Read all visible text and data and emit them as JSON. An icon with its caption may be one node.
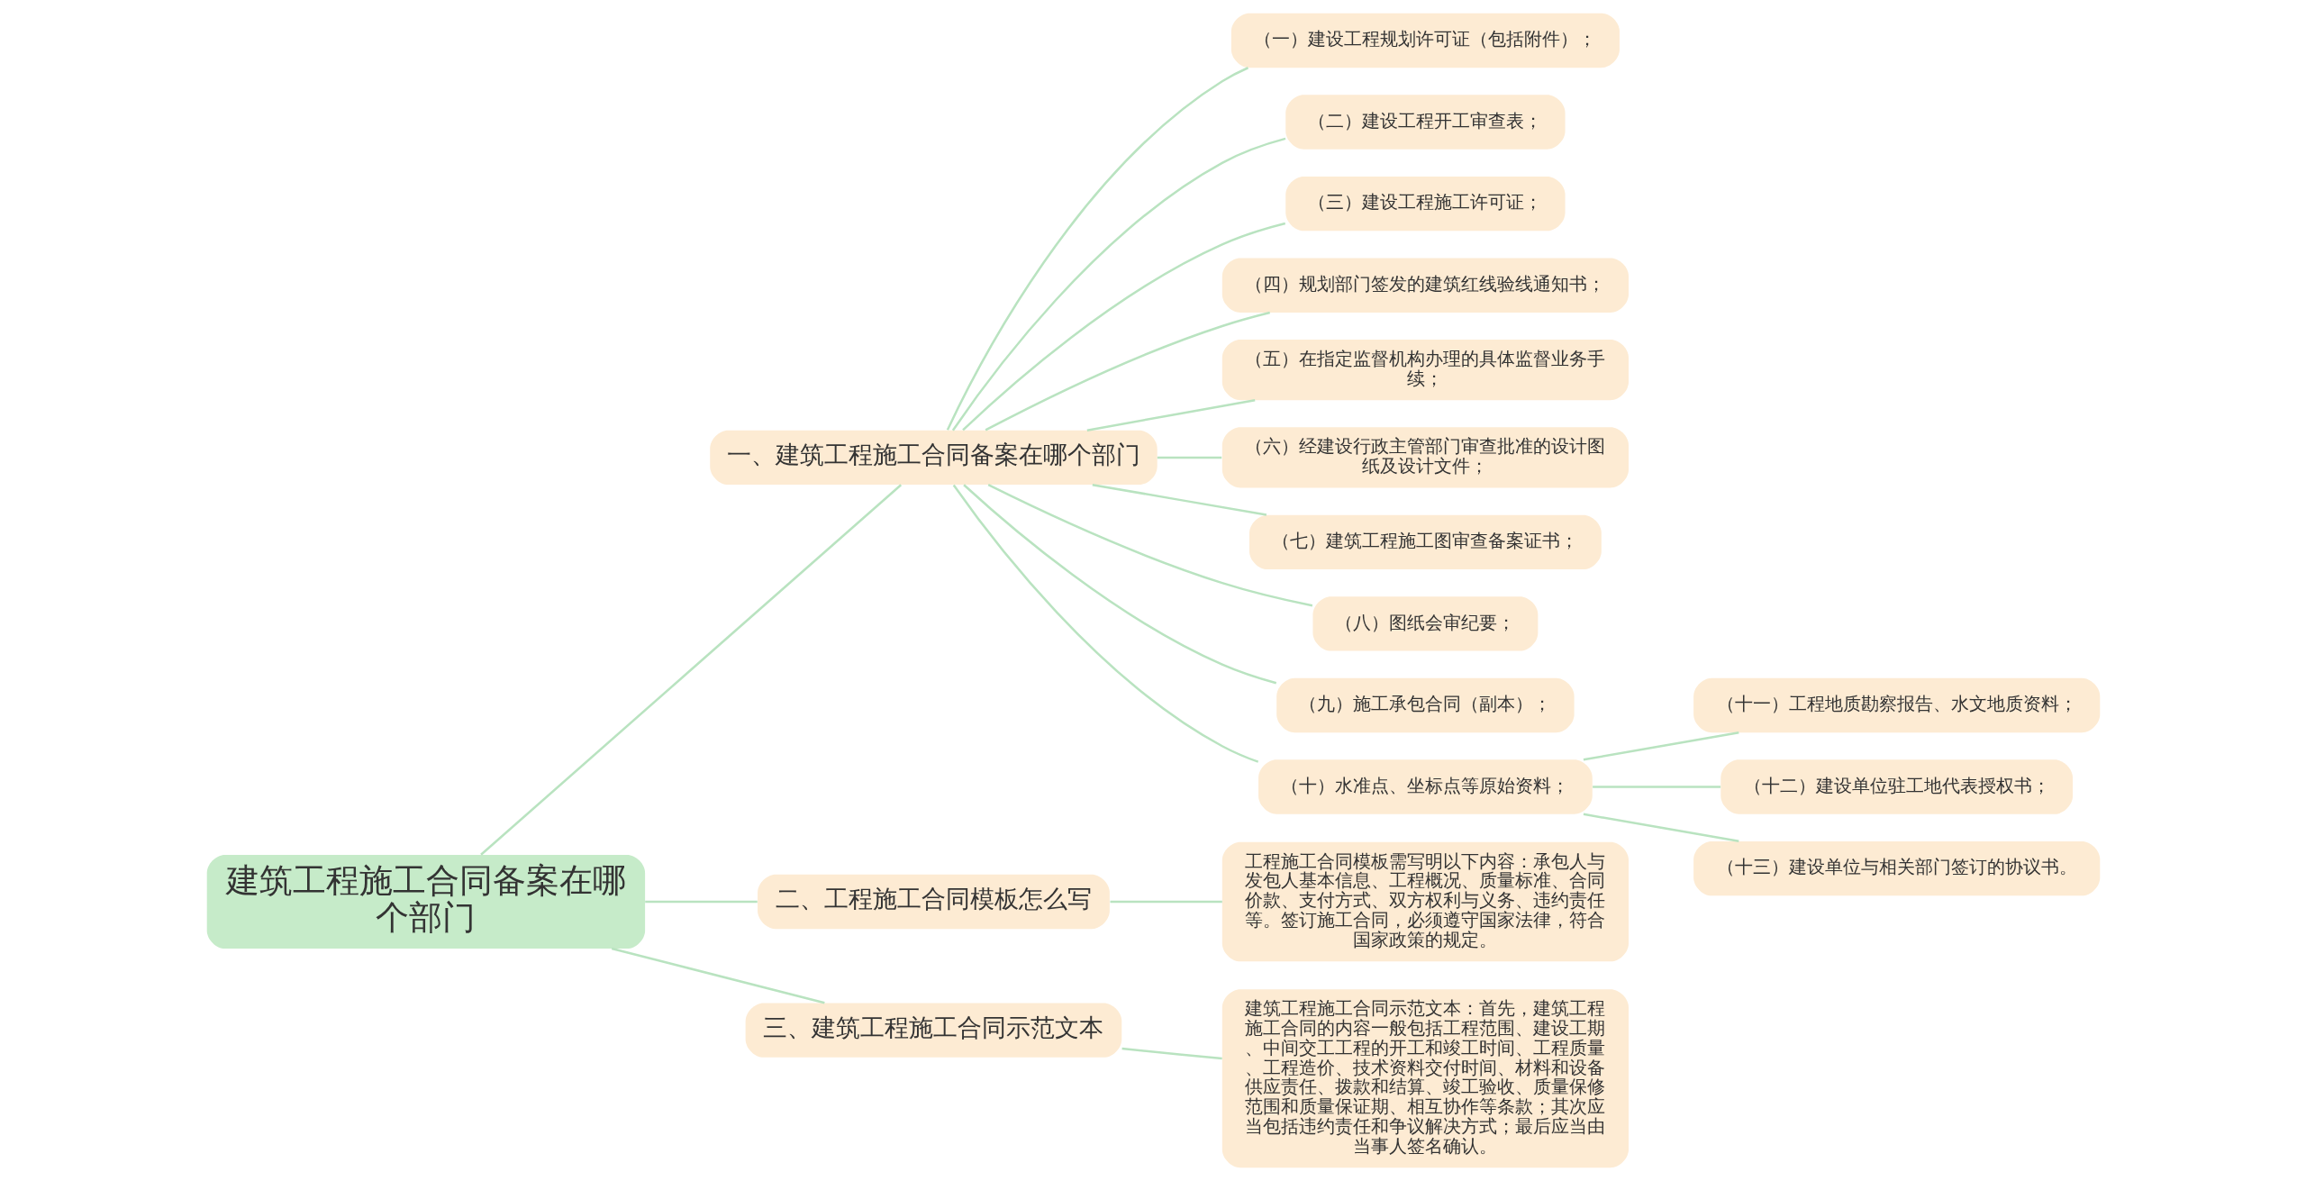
{
  "diagram": {
    "nodes": [
      {
        "text": [
          "建筑工程施工合同备案在哪个部门"
        ]
      },
      {
        "text": [
          "一、建筑工程施工合同备案在哪个部门"
        ]
      },
      {
        "text": [
          "（一）建设工程规划许可证（包括附件）；"
        ]
      },
      {
        "text": [
          "（二）建设工程开工审查表；"
        ]
      },
      {
        "text": [
          "（三）建设工程施工许可证；"
        ]
      },
      {
        "text": [
          "（四）规划部门签发的建筑红线验线通知书；"
        ]
      },
      {
        "text": [
          "（五）在指定监督机构办理的具体监督业务手续；"
        ]
      },
      {
        "text": [
          "（六）经建设行政主管部门审查批准的设计图纸及设计文件；"
        ]
      },
      {
        "text": [
          "（七）建筑工程施工图审查备案证书；"
        ]
      },
      {
        "text": [
          "（八）图纸会审纪要；"
        ]
      },
      {
        "text": [
          "（九）施工承包合同（副本）；"
        ]
      },
      {
        "text": [
          "（十）水准点、坐标点等原始资料；"
        ]
      },
      {
        "text": [
          "（十一）工程地质勘察报告、水文地质资料；"
        ]
      },
      {
        "text": [
          "（十二）建设单位驻工地代表授权书；"
        ]
      },
      {
        "text": [
          "（十三）建设单位与相关部门签订的协议书。"
        ]
      },
      {
        "text": [
          "二、工程施工合同模板怎么写"
        ]
      },
      {
        "text": [
          "工程施工合同模板需写明以下内容：承包人与发包人基本信息、工程概况、质量标准、合同价款、支付方式、双方权利与义务、违约责任等。签订施工合同，必须遵守国家法律，符合国家政策的规定。"
        ]
      },
      {
        "text": [
          "三、建筑工程施工合同示范文本"
        ]
      },
      {
        "text": [
          "建筑工程施工合同示范文本：首先，建筑工程施工合同的内容一般包括工程范围、建设工期、中间交工工程的开工和竣工时间、工程质量、工程造价、技术资料交付时间、材料和设备供应责任、拨款和结算、竣工验收、质量保修范围和质量保证期、相互协作等条款；其次应当包括违约责任和争议解决方式；最后应当由当事人签名确认。"
        ]
      }
    ],
    "edges": [
      {
        "from": 0,
        "to": 1,
        "arrow": "none"
      },
      {
        "from": 1,
        "to": 2,
        "arrow": "none"
      },
      {
        "from": 1,
        "to": 3,
        "arrow": "none"
      },
      {
        "from": 1,
        "to": 4,
        "arrow": "none"
      },
      {
        "from": 1,
        "to": 5,
        "arrow": "none"
      },
      {
        "from": 1,
        "to": 6,
        "arrow": "none"
      },
      {
        "from": 1,
        "to": 7,
        "arrow": "none"
      },
      {
        "from": 1,
        "to": 8,
        "arrow": "none"
      },
      {
        "from": 1,
        "to": 9,
        "arrow": "none"
      },
      {
        "from": 1,
        "to": 10,
        "arrow": "none"
      },
      {
        "from": 1,
        "to": 11,
        "arrow": "none"
      },
      {
        "from": 11,
        "to": 12,
        "arrow": "none"
      },
      {
        "from": 11,
        "to": 13,
        "arrow": "none"
      },
      {
        "from": 11,
        "to": 14,
        "arrow": "none"
      },
      {
        "from": 0,
        "to": 15,
        "arrow": "none"
      },
      {
        "from": 15,
        "to": 16,
        "arrow": "none"
      },
      {
        "from": 0,
        "to": 17,
        "arrow": "none"
      },
      {
        "from": 17,
        "to": 18,
        "arrow": "none"
      }
    ]
  }
}
